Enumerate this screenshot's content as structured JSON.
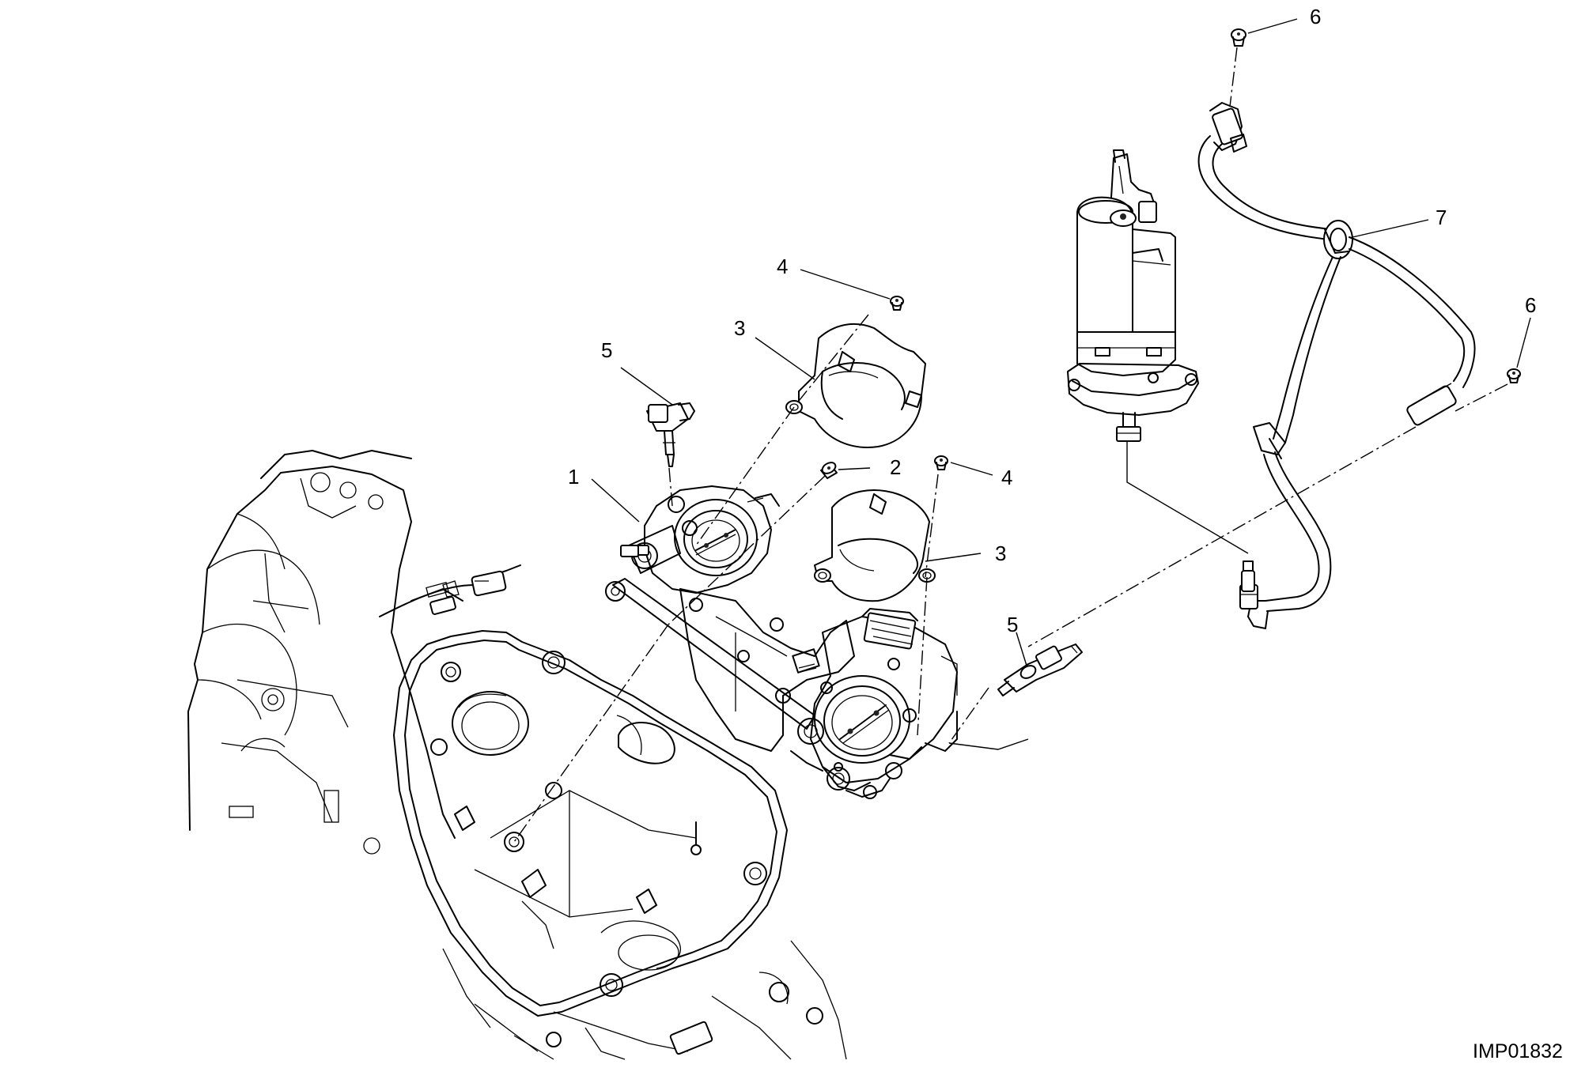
{
  "callouts": {
    "c1": "1",
    "c2": "2",
    "c3a": "3",
    "c3b": "3",
    "c4a": "4",
    "c4b": "4",
    "c5a": "5",
    "c5b": "5",
    "c6a": "6",
    "c6b": "6",
    "c7": "7"
  },
  "drawing_code": "IMP01832"
}
